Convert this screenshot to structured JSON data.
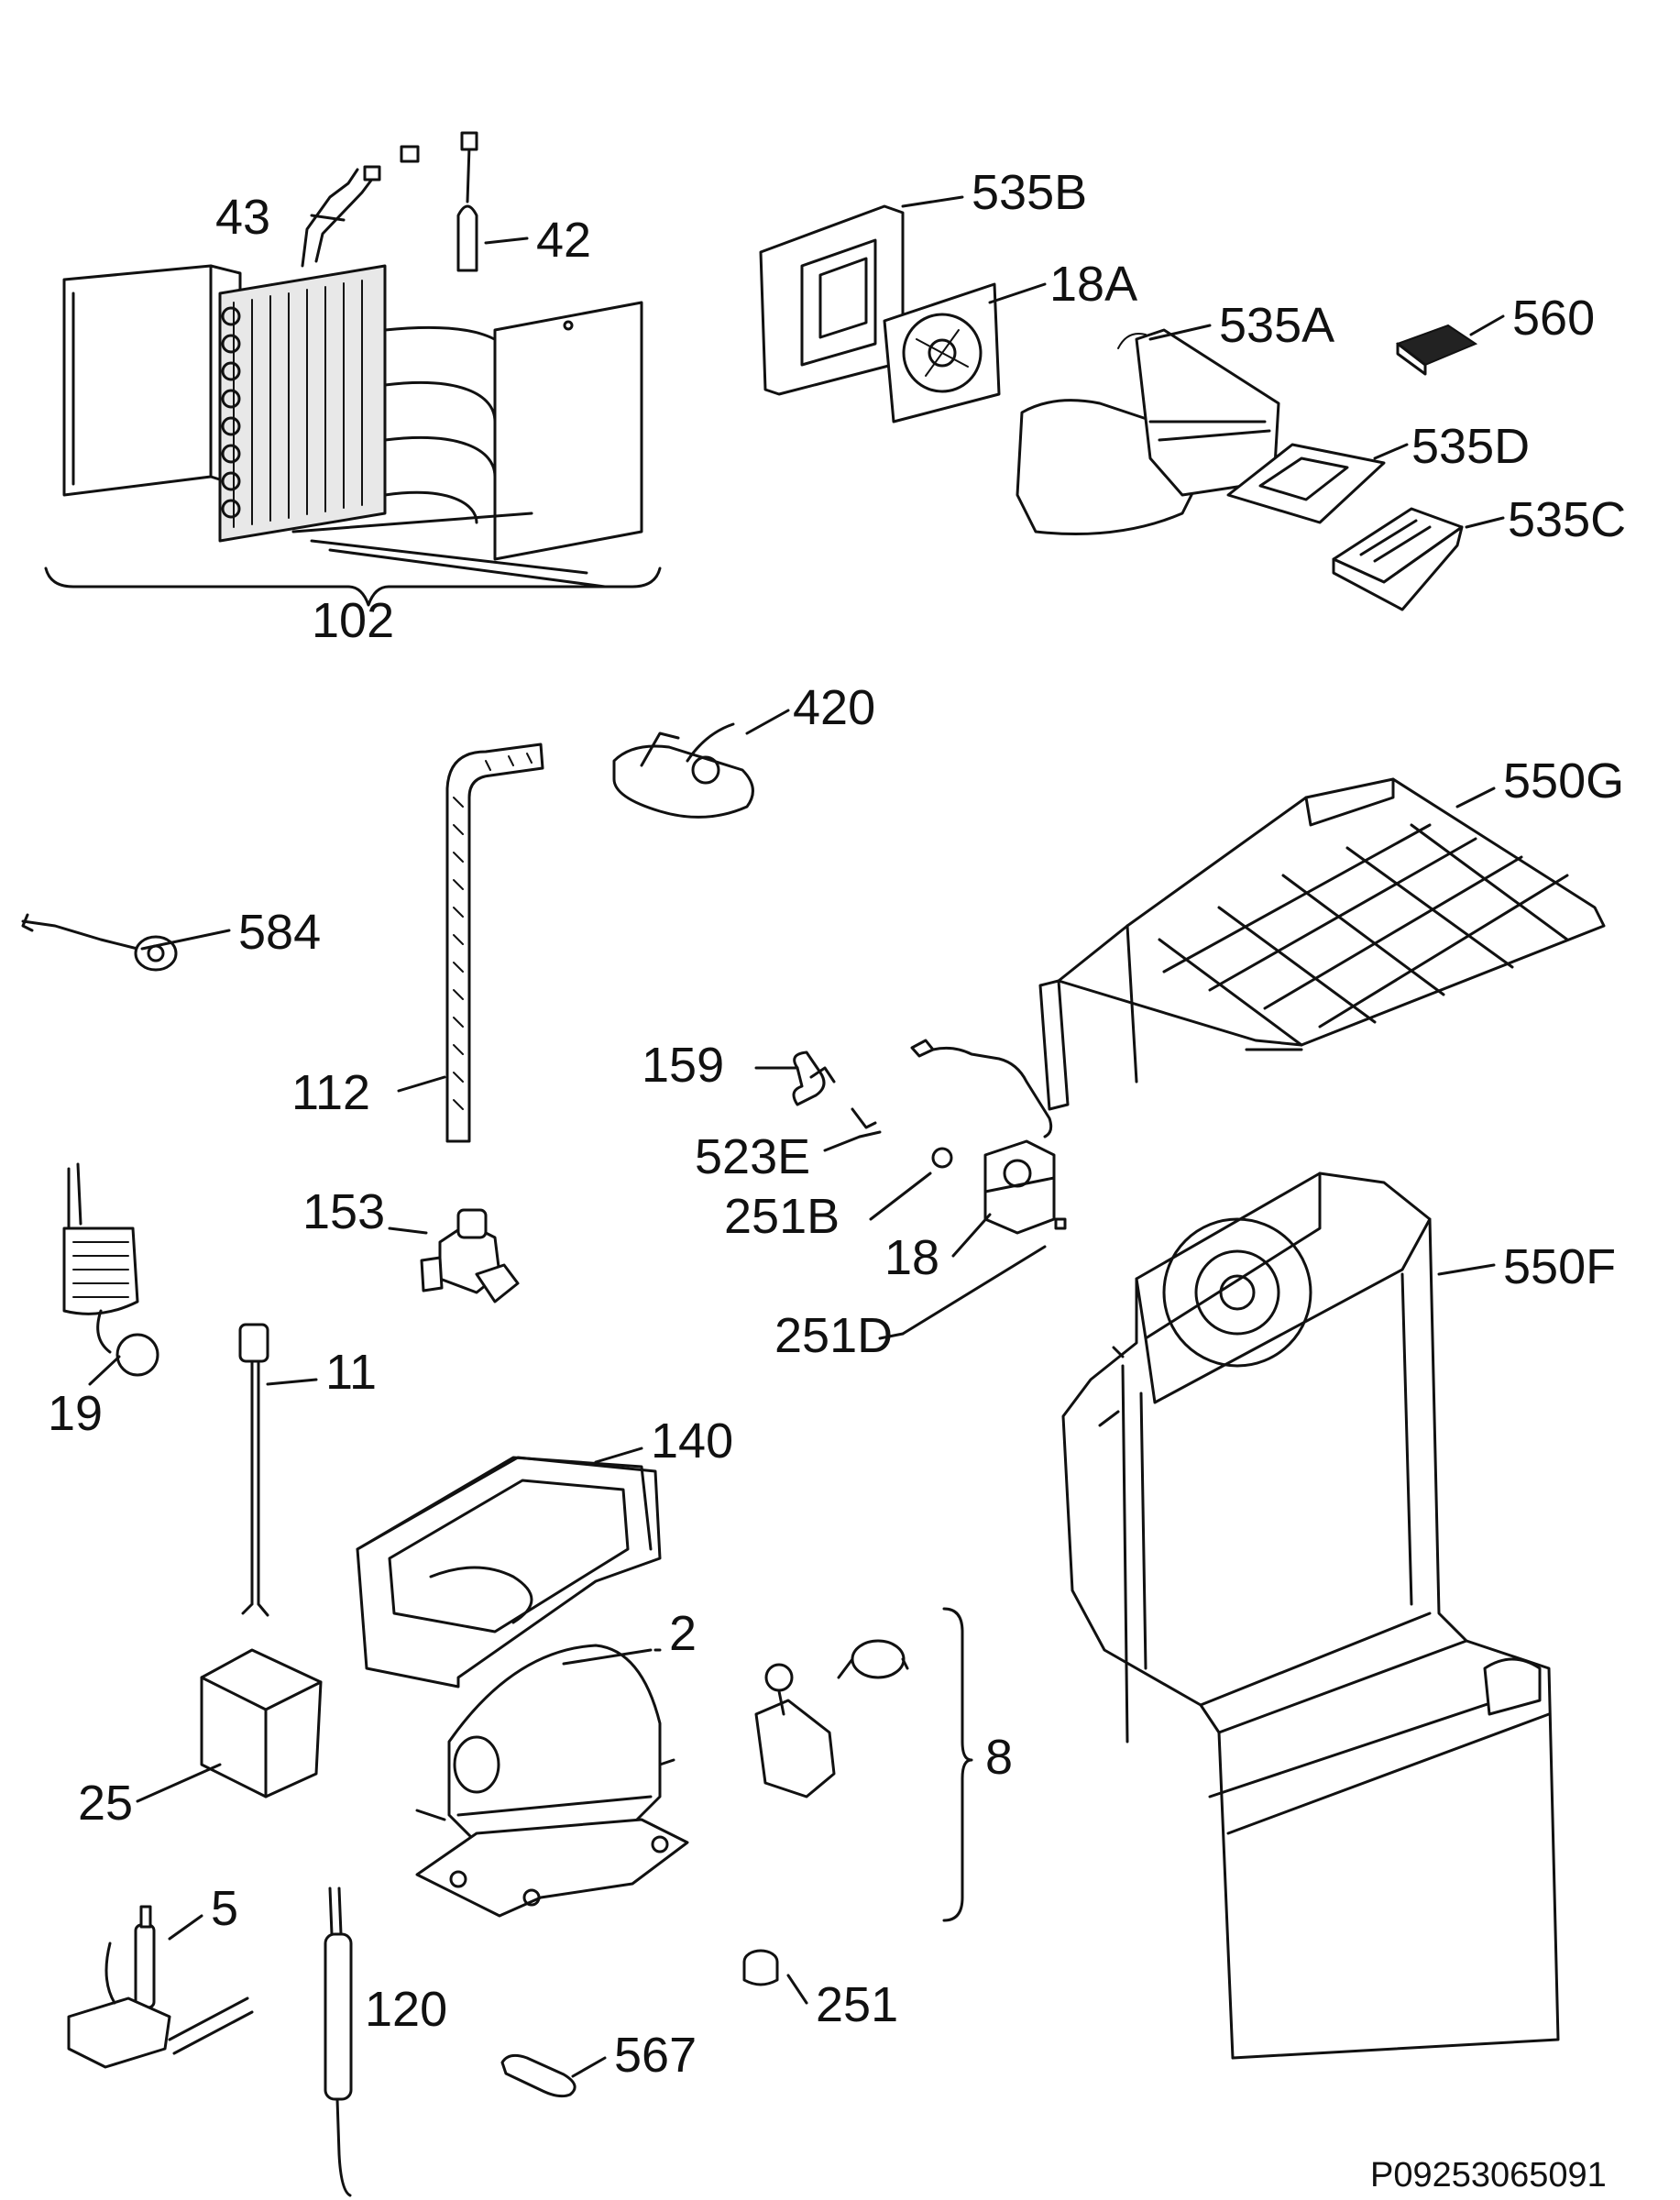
{
  "diagram": {
    "drawing_code": "P09253065091",
    "parts": [
      {
        "id": "43"
      },
      {
        "id": "42"
      },
      {
        "id": "102"
      },
      {
        "id": "535B"
      },
      {
        "id": "18A"
      },
      {
        "id": "535A"
      },
      {
        "id": "560"
      },
      {
        "id": "535D"
      },
      {
        "id": "535C"
      },
      {
        "id": "420"
      },
      {
        "id": "550G"
      },
      {
        "id": "584"
      },
      {
        "id": "112"
      },
      {
        "id": "159"
      },
      {
        "id": "523E"
      },
      {
        "id": "251B"
      },
      {
        "id": "18"
      },
      {
        "id": "251D"
      },
      {
        "id": "153"
      },
      {
        "id": "550F"
      },
      {
        "id": "19"
      },
      {
        "id": "11"
      },
      {
        "id": "140"
      },
      {
        "id": "2"
      },
      {
        "id": "8"
      },
      {
        "id": "25"
      },
      {
        "id": "5"
      },
      {
        "id": "120"
      },
      {
        "id": "567"
      },
      {
        "id": "251"
      }
    ]
  }
}
